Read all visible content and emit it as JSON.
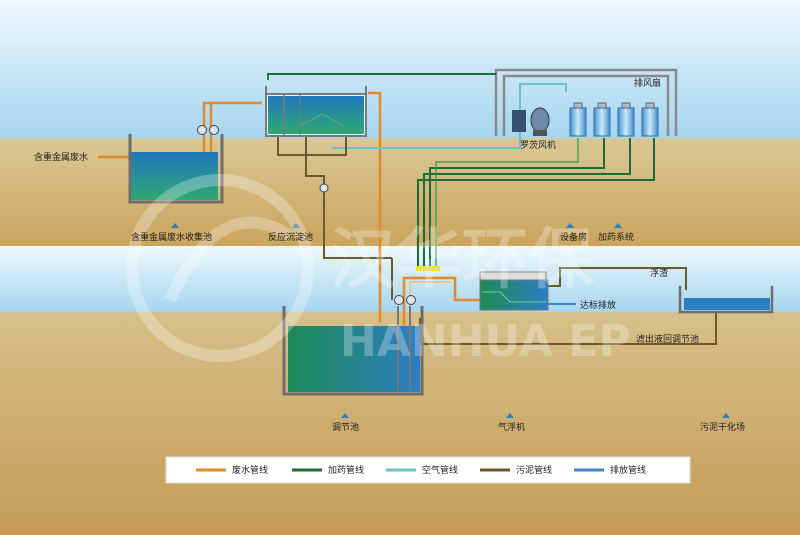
{
  "labels": {
    "inlet": "含重金属废水",
    "collection_tank": "含重金属废水收集池",
    "reaction_tank": "反应沉淀池",
    "exhaust_room": "排风扇",
    "roots_blower": "罗茨风机",
    "equipment_room": "设备房",
    "dosing_system": "加药系统",
    "equalization_tank": "调节池",
    "air_flotation": "气浮机",
    "scum": "浮渣",
    "discharge": "达标排放",
    "filtrate_return": "滤出液回调节池",
    "sludge_yard": "污泥干化场"
  },
  "watermark": {
    "cn": "汉华环保",
    "en": "HANHUA EP"
  },
  "legend": [
    {
      "label": "废水管线",
      "color": "#e08a2c"
    },
    {
      "label": "加药管线",
      "color": "#1d6a3a"
    },
    {
      "label": "空气管线",
      "color": "#6cc3c6"
    },
    {
      "label": "污泥管线",
      "color": "#6b5a2c"
    },
    {
      "label": "排放管线",
      "color": "#3d86c8"
    }
  ],
  "colors": {
    "sky": "#a9d8f1",
    "ground": "#d7c694",
    "ground_dark": "#caa861",
    "water_top": "#1e7bbd",
    "water_bottom": "#2ea36f"
  }
}
